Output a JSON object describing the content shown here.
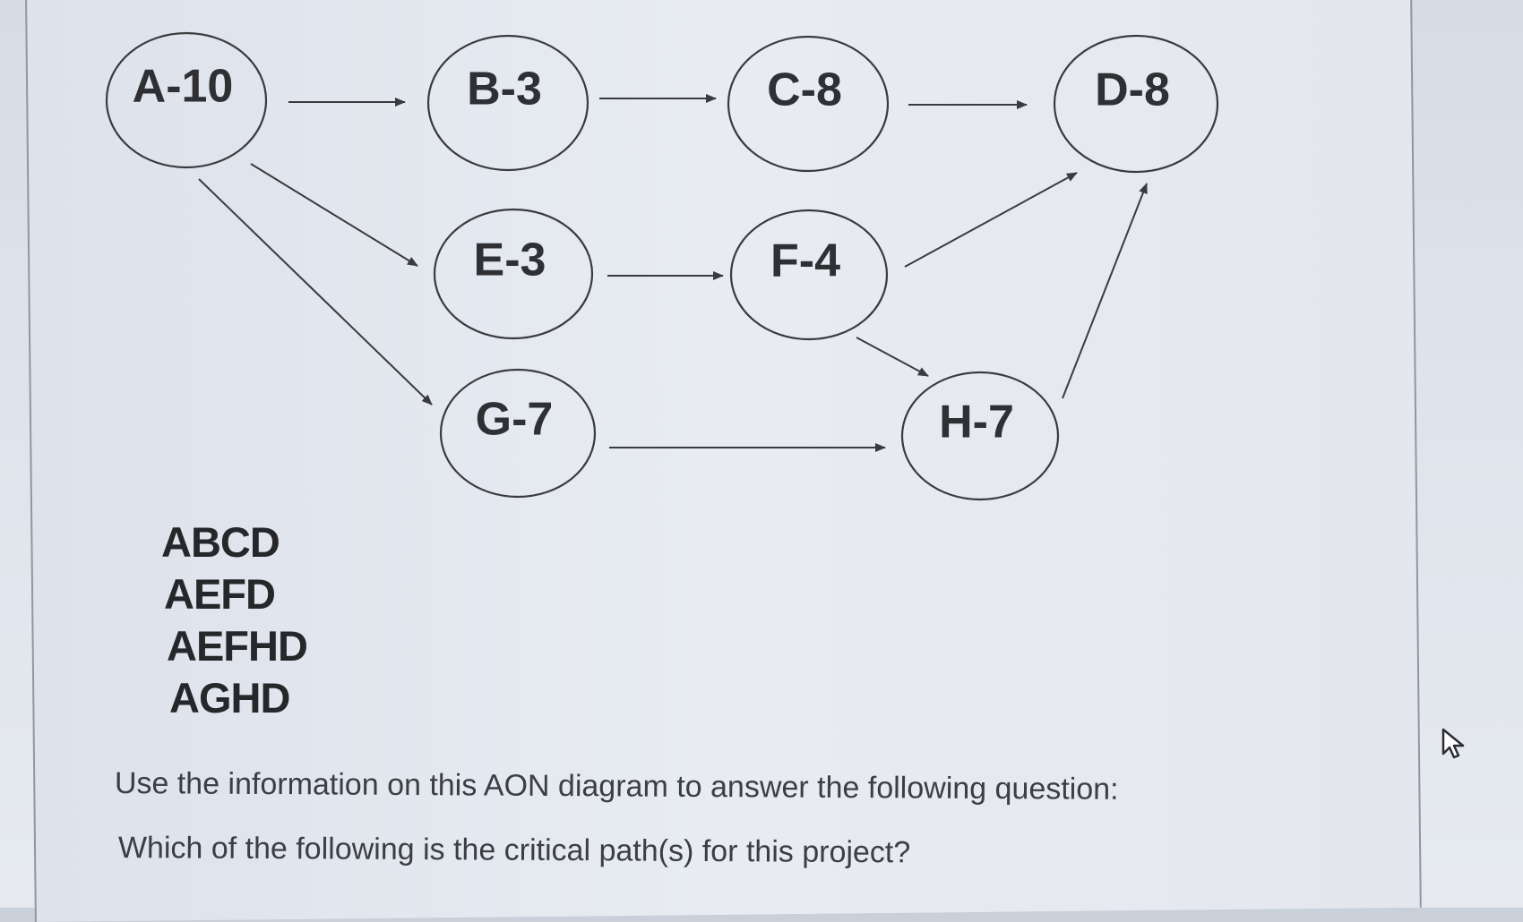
{
  "diagram": {
    "nodes": [
      {
        "id": "A",
        "label": "A-10"
      },
      {
        "id": "B",
        "label": "B-3"
      },
      {
        "id": "C",
        "label": "C-8"
      },
      {
        "id": "D",
        "label": "D-8"
      },
      {
        "id": "E",
        "label": "E-3"
      },
      {
        "id": "F",
        "label": "F-4"
      },
      {
        "id": "G",
        "label": "G-7"
      },
      {
        "id": "H",
        "label": "H-7"
      }
    ],
    "edges": [
      {
        "from": "A",
        "to": "B"
      },
      {
        "from": "B",
        "to": "C"
      },
      {
        "from": "C",
        "to": "D"
      },
      {
        "from": "A",
        "to": "E"
      },
      {
        "from": "A",
        "to": "G"
      },
      {
        "from": "E",
        "to": "F"
      },
      {
        "from": "F",
        "to": "D"
      },
      {
        "from": "F",
        "to": "H"
      },
      {
        "from": "G",
        "to": "H"
      },
      {
        "from": "H",
        "to": "D"
      }
    ]
  },
  "options": [
    "ABCD",
    "AEFD",
    "AEFHD",
    "AGHD"
  ],
  "question": {
    "line1": "Use the information on this AON diagram to answer the following question:",
    "line2": "Which of the following is the critical path(s) for this project?"
  },
  "icons": {
    "cursor": "mouse-pointer-icon"
  },
  "colors": {
    "stroke": "#3a3b3f",
    "text": "#2f3033"
  }
}
